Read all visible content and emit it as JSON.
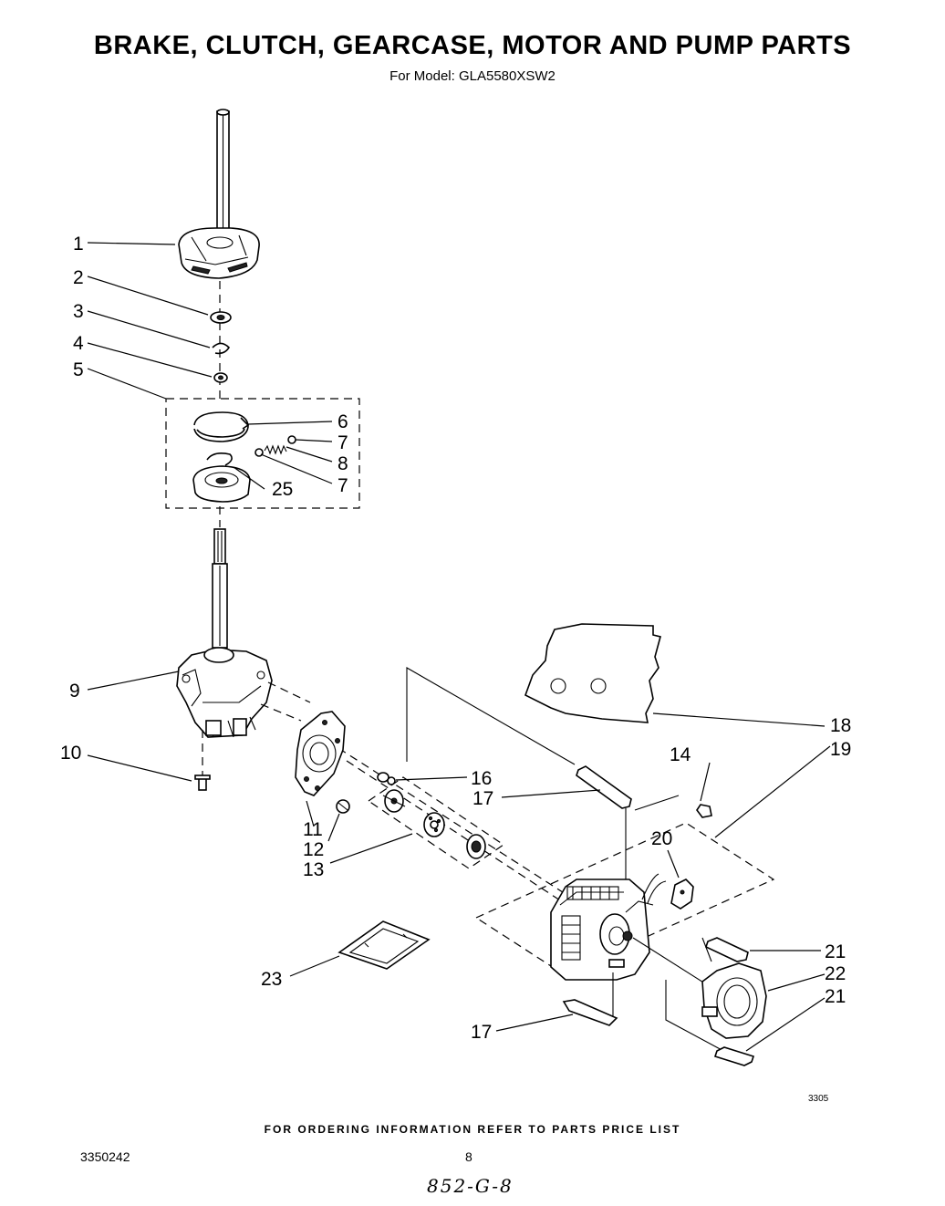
{
  "header": {
    "title": "BRAKE, CLUTCH, GEARCASE, MOTOR AND PUMP PARTS",
    "subtitle": "For Model: GLA5580XSW2"
  },
  "callouts": [
    {
      "id": "c1",
      "label": "1"
    },
    {
      "id": "c2",
      "label": "2"
    },
    {
      "id": "c3",
      "label": "3"
    },
    {
      "id": "c4",
      "label": "4"
    },
    {
      "id": "c5",
      "label": "5"
    },
    {
      "id": "c6",
      "label": "6"
    },
    {
      "id": "c7a",
      "label": "7"
    },
    {
      "id": "c8",
      "label": "8"
    },
    {
      "id": "c7b",
      "label": "7"
    },
    {
      "id": "c25",
      "label": "25"
    },
    {
      "id": "c9",
      "label": "9"
    },
    {
      "id": "c10",
      "label": "10"
    },
    {
      "id": "c11",
      "label": "11"
    },
    {
      "id": "c12",
      "label": "12"
    },
    {
      "id": "c13",
      "label": "13"
    },
    {
      "id": "c16",
      "label": "16"
    },
    {
      "id": "c17a",
      "label": "17"
    },
    {
      "id": "c14",
      "label": "14"
    },
    {
      "id": "c18",
      "label": "18"
    },
    {
      "id": "c19",
      "label": "19"
    },
    {
      "id": "c20",
      "label": "20"
    },
    {
      "id": "c21a",
      "label": "21"
    },
    {
      "id": "c22",
      "label": "22"
    },
    {
      "id": "c21b",
      "label": "21"
    },
    {
      "id": "c23",
      "label": "23"
    },
    {
      "id": "c17b",
      "label": "17"
    }
  ],
  "footer": {
    "ordering_note": "FOR ORDERING INFORMATION REFER TO PARTS PRICE LIST",
    "doc_number": "3350242",
    "page_number": "8",
    "illustration_code": "3305",
    "handwritten_note": "852-G-8"
  }
}
